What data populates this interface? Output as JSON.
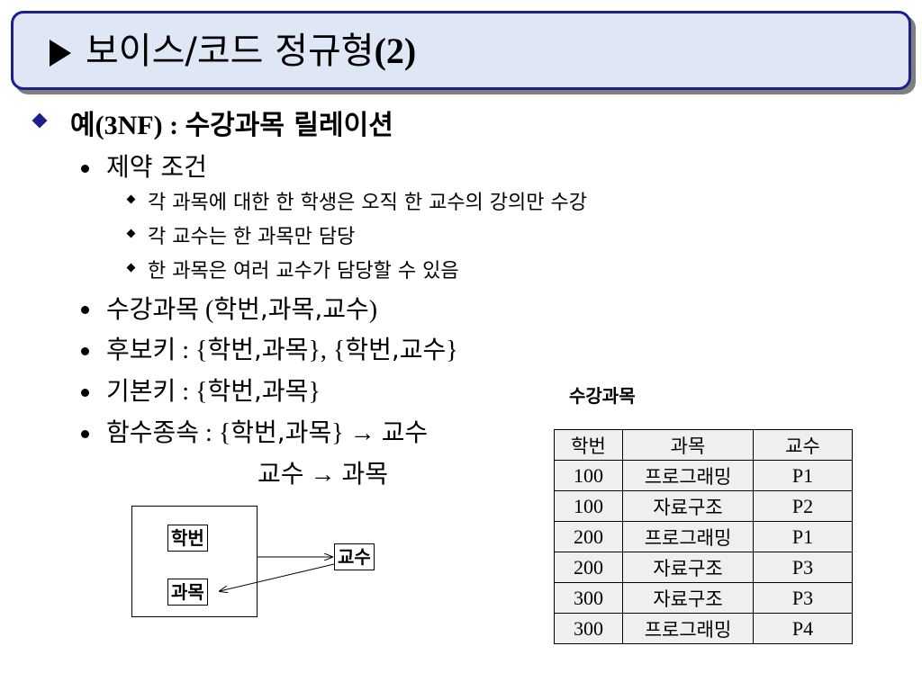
{
  "title": {
    "main": "보이스/코드 정규형",
    "suffix": "(2)"
  },
  "heading": {
    "prefix": "예",
    "label": "(3NF) : ",
    "text": "수강과목 릴레이션"
  },
  "constraints": {
    "label": "제약 조건",
    "items": [
      "각 과목에 대한 한 학생은 오직 한 교수의 강의만 수강",
      "각 교수는 한 과목만 담당",
      "한 과목은 여러 교수가 담당할 수 있음"
    ]
  },
  "relation": {
    "name": "수강과목",
    "open": " (",
    "attrs": "학번,과목,교수",
    "close": ")"
  },
  "candidate_keys": {
    "label": "후보키",
    "sep": " : {",
    "k1": "학번,과목",
    "mid": "}, {",
    "k2": "학번,교수",
    "end": "}"
  },
  "primary_key": {
    "label": "기본키",
    "sep": " : {",
    "k": "학번,과목",
    "end": "}"
  },
  "fd": {
    "label": "함수종속",
    "sep": " : {",
    "lhs1": "학번,과목",
    "close": "}",
    "arrow": " → ",
    "rhs1": "교수",
    "lhs2": "교수",
    "rhs2": "과목"
  },
  "diagram": {
    "a": "학번",
    "b": "과목",
    "c": "교수"
  },
  "table": {
    "label": "수강과목",
    "headers": [
      "학번",
      "과목",
      "교수"
    ],
    "rows": [
      [
        "100",
        "프로그래밍",
        "P1"
      ],
      [
        "100",
        "자료구조",
        "P2"
      ],
      [
        "200",
        "프로그래밍",
        "P1"
      ],
      [
        "200",
        "자료구조",
        "P3"
      ],
      [
        "300",
        "자료구조",
        "P3"
      ],
      [
        "300",
        "프로그래밍",
        "P4"
      ]
    ]
  }
}
